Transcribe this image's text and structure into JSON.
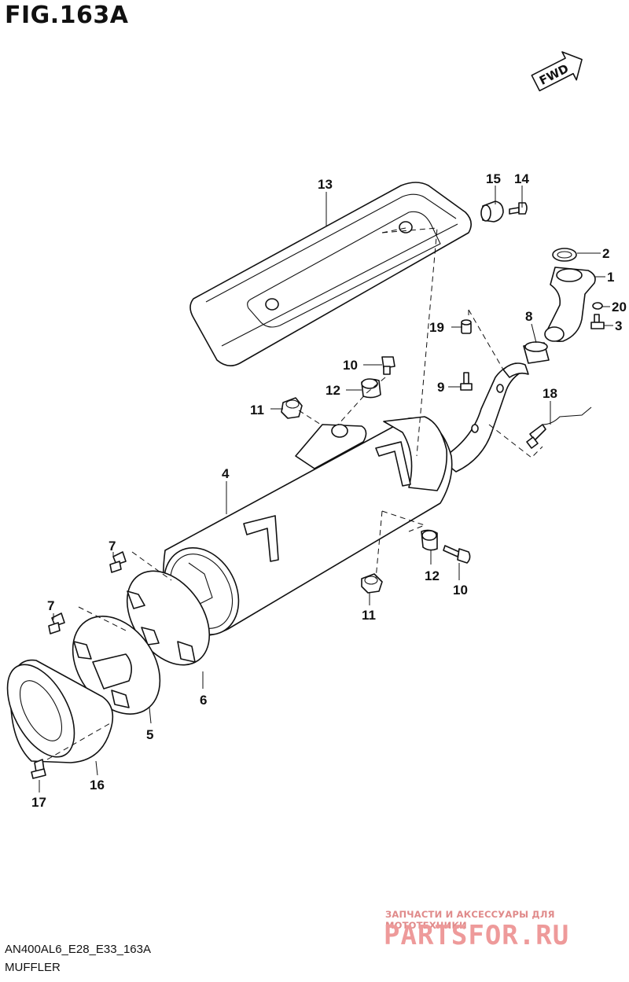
{
  "figure": {
    "title": "FIG.163A",
    "code": "AN400AL6_E28_E33_163A",
    "name": "MUFFLER"
  },
  "fwd_badge": {
    "label": "FWD"
  },
  "watermark": {
    "tagline": "ЗАПЧАСТИ И АКСЕССУАРЫ ДЛЯ МОТОТЕХНИКИ",
    "logo": "PARTSFOR.RU"
  },
  "callouts": {
    "c1": "1",
    "c2": "2",
    "c3": "3",
    "c4": "4",
    "c5": "5",
    "c6": "6",
    "c7a": "7",
    "c7b": "7",
    "c8": "8",
    "c9": "9",
    "c10a": "10",
    "c10b": "10",
    "c11a": "11",
    "c11b": "11",
    "c12a": "12",
    "c12b": "12",
    "c13": "13",
    "c14": "14",
    "c15": "15",
    "c16": "16",
    "c17": "17",
    "c18": "18",
    "c19": "19",
    "c20": "20"
  }
}
